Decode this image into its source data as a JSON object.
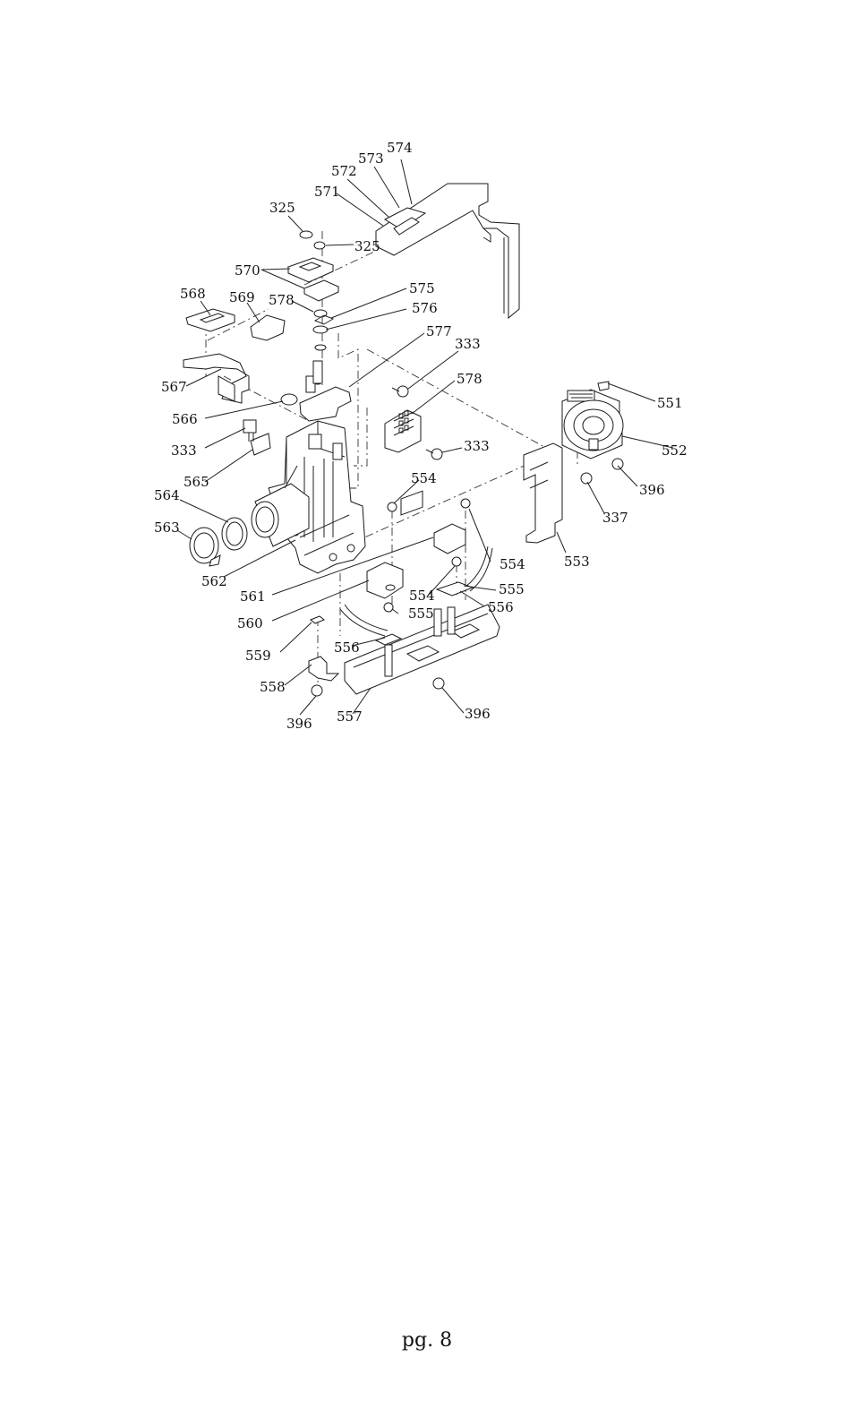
{
  "diagram": {
    "part_labels": [
      "574",
      "573",
      "572",
      "571",
      "325",
      "325",
      "570",
      "575",
      "568",
      "569",
      "578",
      "576",
      "577",
      "333",
      "578",
      "567",
      "566",
      "551",
      "333",
      "333",
      "552",
      "565",
      "396",
      "564",
      "554",
      "337",
      "563",
      "554",
      "553",
      "562",
      "555",
      "561",
      "554",
      "556",
      "555",
      "560",
      "556",
      "559",
      "558",
      "396",
      "557",
      "396"
    ]
  },
  "footer": {
    "page_number": "pg. 8"
  }
}
